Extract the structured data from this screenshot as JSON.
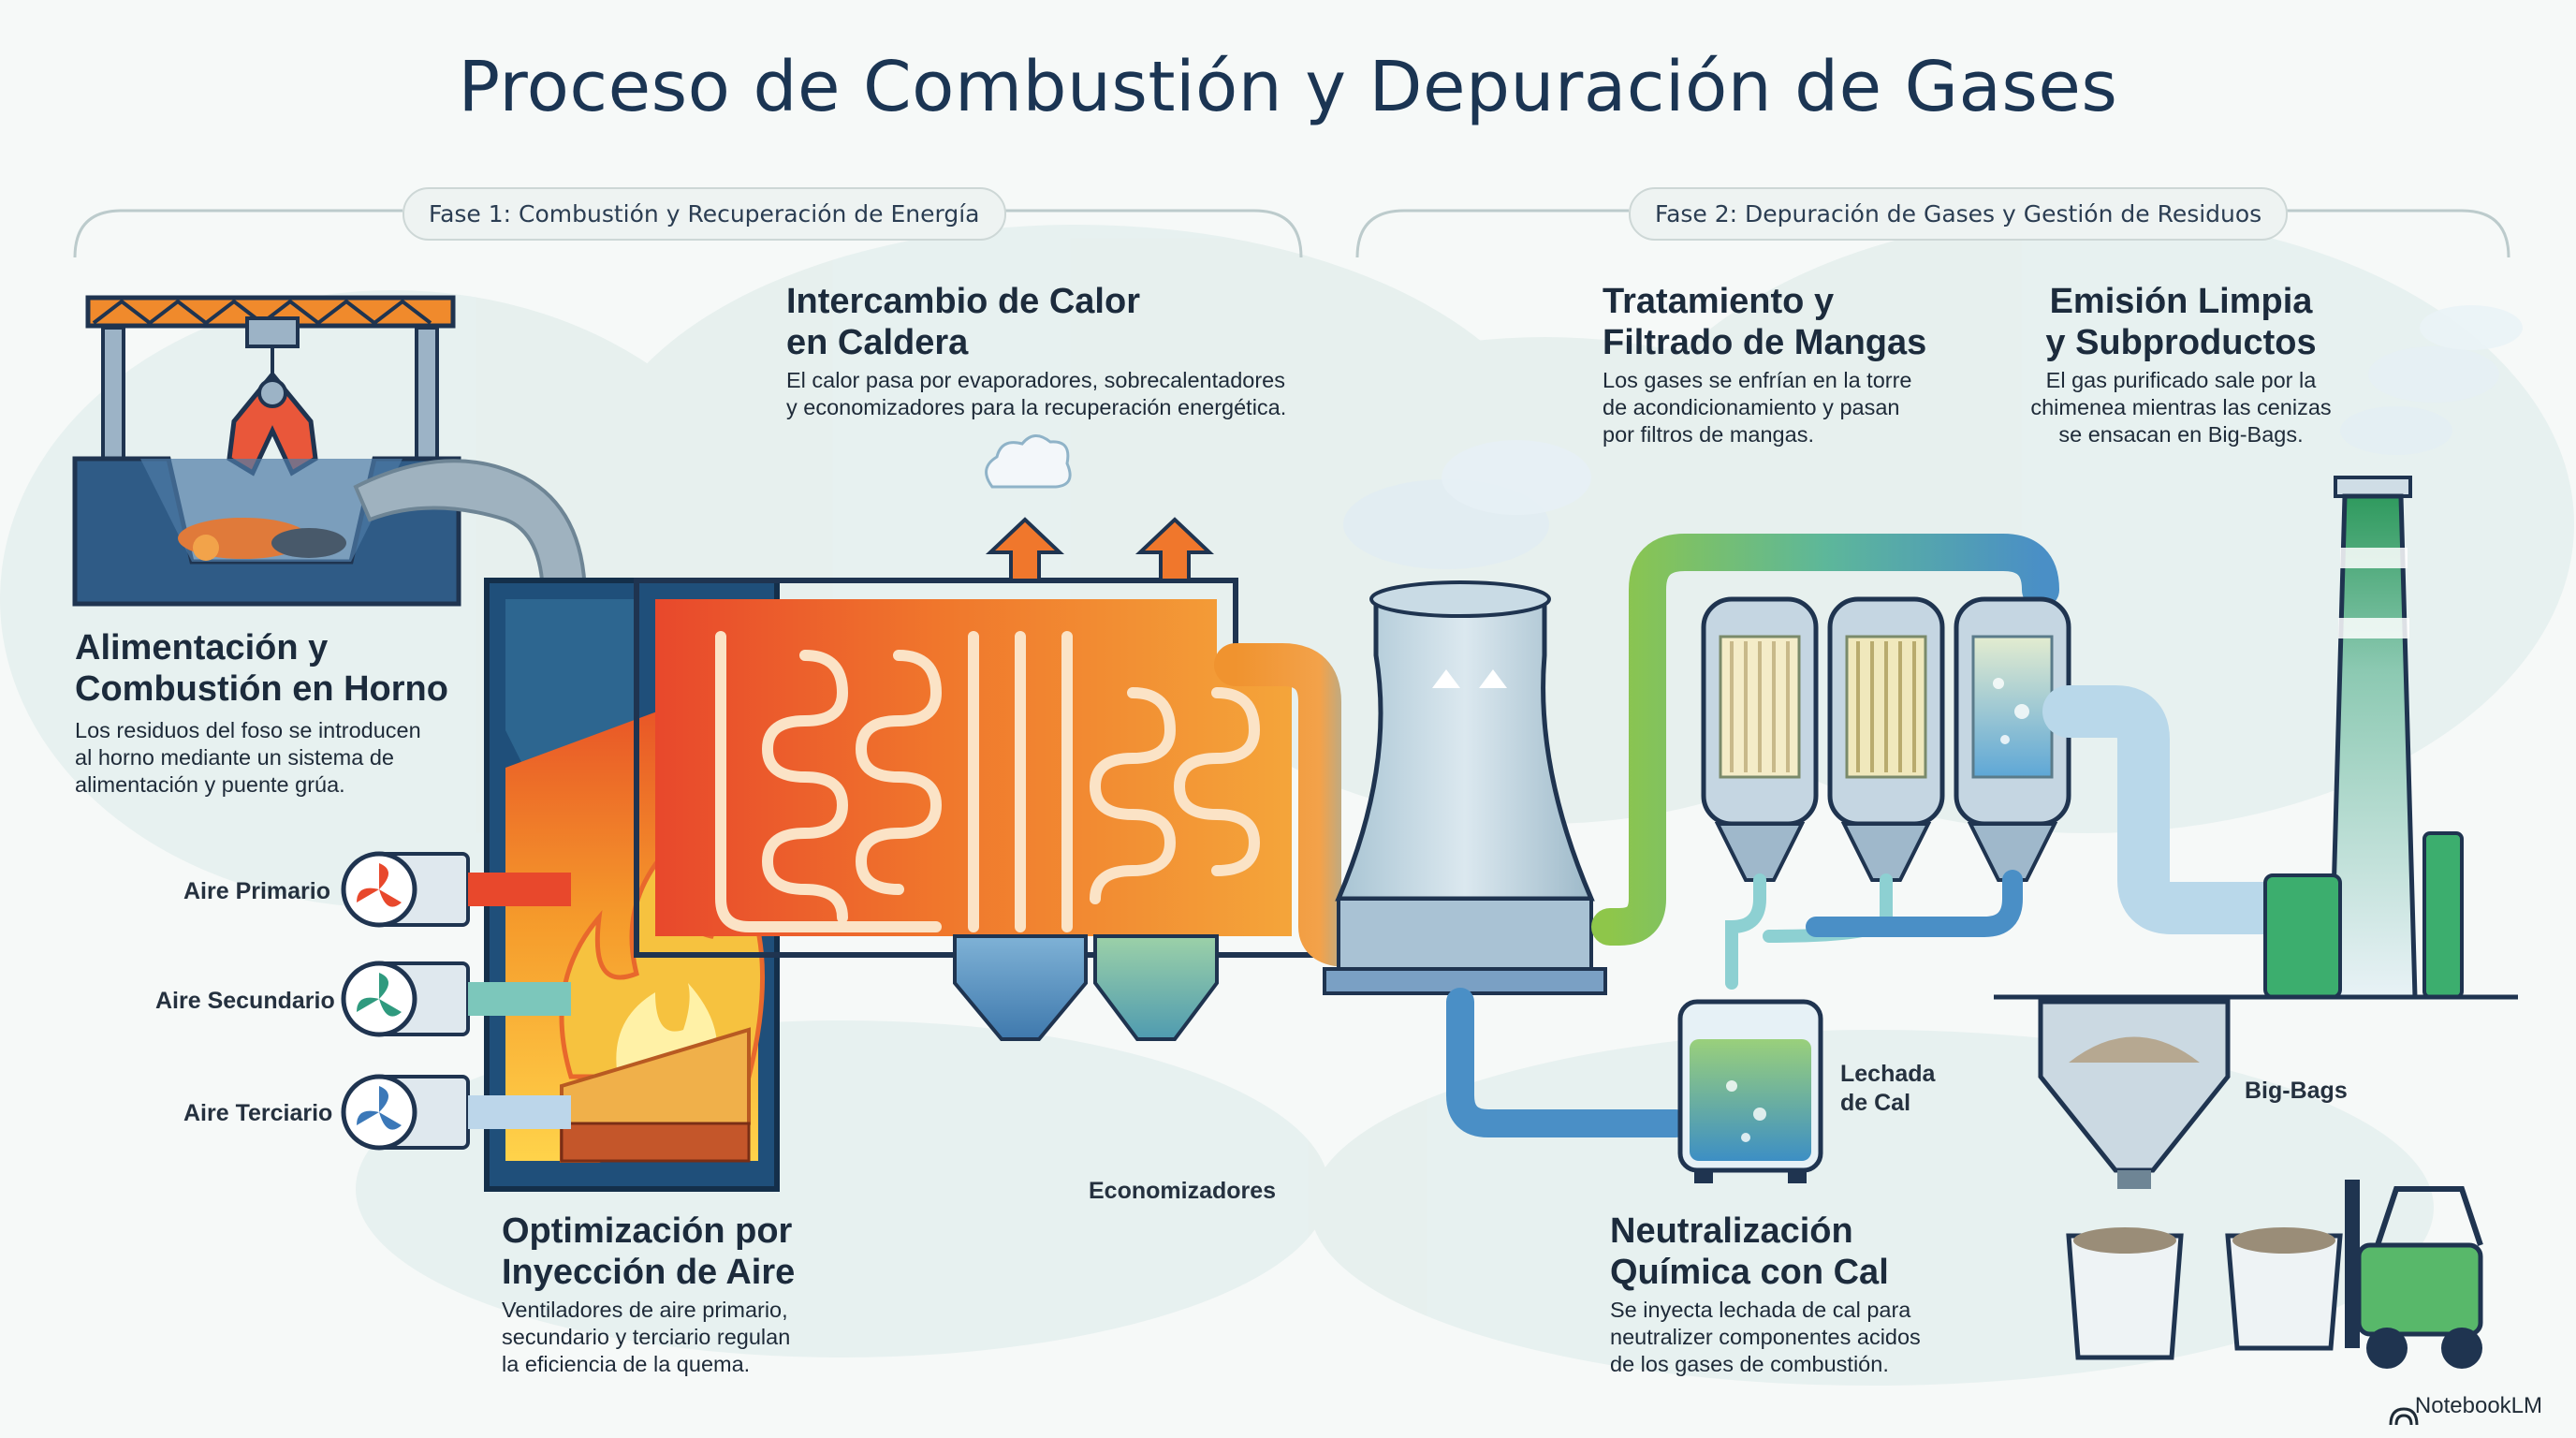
{
  "title": "Proceso de Combustión y Depuración de Gases",
  "phases": {
    "phase1": "Fase 1: Combustión y Recuperación de Energía",
    "phase2": "Fase 2: Depuración de Gases y Gestión de Residuos"
  },
  "sections": {
    "furnace": {
      "heading": "Alimentación y\nCombustión en Horno",
      "text": "Los residuos del foso se introducen\nal horno mediante un sistema de\nalimentación y puente grúa."
    },
    "boiler": {
      "heading": "Intercambio de Calor\nen Caldera",
      "text": "El calor pasa por evaporadores, sobrecalentadores\ny economizadores para la recuperación energética."
    },
    "filter": {
      "heading": "Tratamiento y\nFiltrado de Mangas",
      "text": "Los gases se enfrían en la torre\nde acondicionamiento y pasan\npor filtros de mangas."
    },
    "emission": {
      "heading": "Emisión Limpia\ny Subproductos",
      "text": "El gas purificado sale por la\nchimenea mientras las cenizas\nse ensacan en Big-Bags."
    },
    "air": {
      "heading": "Optimización por\nInyección de Aire",
      "text": "Ventiladores de aire primario,\nsecundario y terciario regulan\nla eficiencia de la quema."
    },
    "lime": {
      "heading": "Neutralización\nQuímica con Cal",
      "text": "Se inyecta lechada de cal para\nneutralizer componentes acidos\nde los gases de combustión."
    }
  },
  "labels": {
    "primary_air": "Aire Primario",
    "secondary_air": "Aire Secundario",
    "tertiary_air": "Aire Terciario",
    "economizers": "Economizadores",
    "lime_milk": "Lechada\nde Cal",
    "big_bags": "Big-Bags"
  },
  "brand": "NotebookLM",
  "icons": [
    "crane-icon",
    "grapple-icon",
    "fan-icon",
    "flame-icon",
    "steam-icon",
    "cooling-tower-icon",
    "bag-filter-icon",
    "lime-tank-icon",
    "chimney-icon",
    "hopper-icon",
    "big-bag-icon",
    "forklift-icon",
    "notebooklm-logo-icon"
  ],
  "colors": {
    "title": "#1b3553",
    "furnace_red": "#e8482c",
    "boiler_orange": "#f08a2c",
    "pipe_green": "#7cc24a",
    "pipe_blue": "#4a8fc6",
    "pipe_light": "#b9d8ea",
    "chimney_green": "#2f9a5e",
    "furnace_body": "#1f4f7a"
  }
}
